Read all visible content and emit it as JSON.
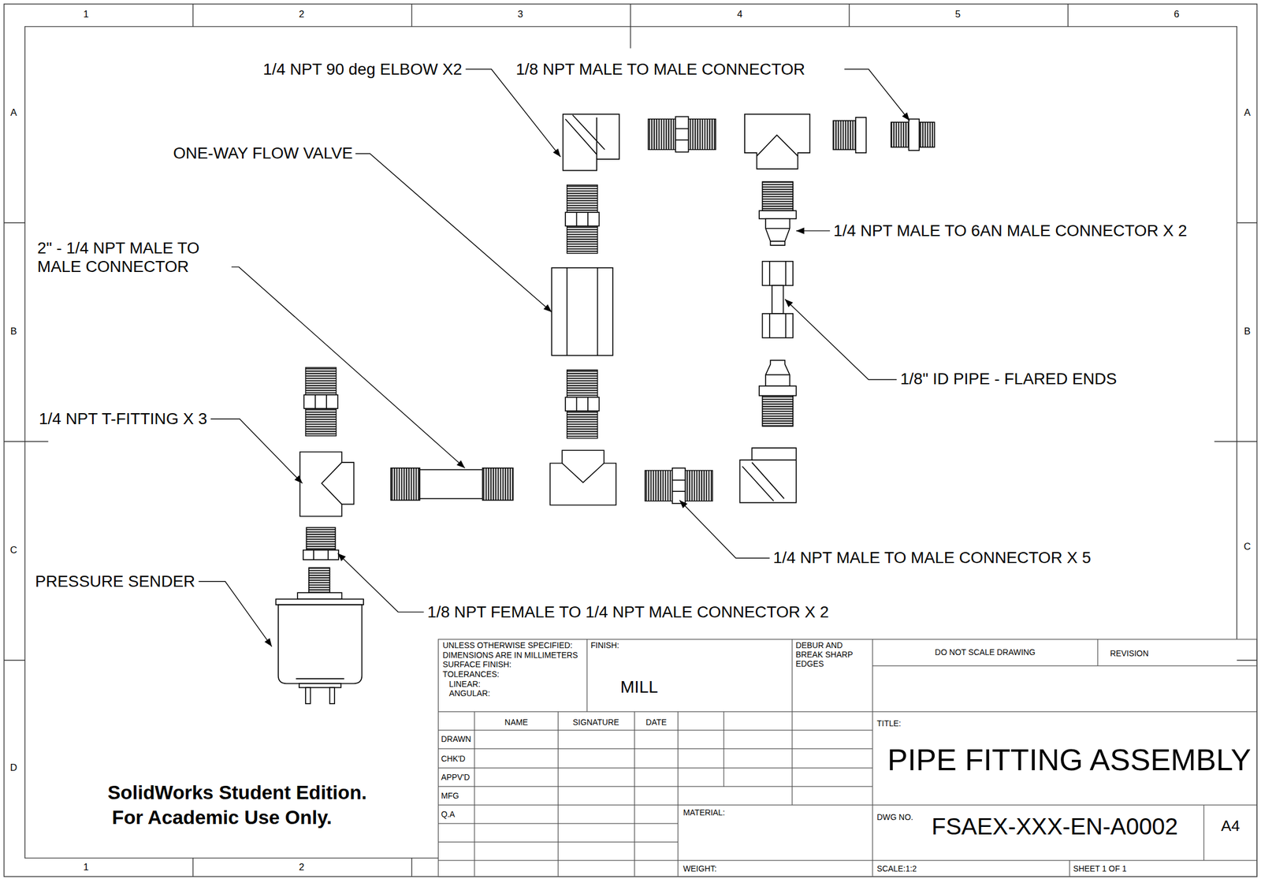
{
  "diagram": {
    "title": "PIPE FITTING ASSEMBLY",
    "labels": [
      "1",
      "2",
      "3",
      "4",
      "5",
      "6",
      "A",
      "B",
      "C",
      "D",
      "A",
      "B",
      "C",
      "1",
      "2",
      "1/4 NPT 90 deg ELBOW X2",
      "1/8 NPT MALE TO MALE CONNECTOR",
      "ONE-WAY FLOW VALVE",
      "1/4 NPT MALE TO 6AN MALE CONNECTOR X 2",
      "2\" - 1/4 NPT MALE TO MALE CONNECTOR",
      "1/8\" ID PIPE - FLARED ENDS",
      "1/4 NPT T-FITTING X 3",
      "1/4 NPT MALE TO MALE CONNECTOR X 5",
      "PRESSURE SENDER",
      "1/8 NPT FEMALE TO 1/4 NPT MALE CONNECTOR X 2",
      "UNLESS OTHERWISE SPECIFIED:",
      "DIMENSIONS ARE IN MILLIMETERS",
      "SURFACE FINISH:",
      "TOLERANCES:",
      "LINEAR:",
      "ANGULAR:",
      "FINISH:",
      "MILL",
      "DEBUR AND BREAK SHARP EDGES",
      "DO NOT SCALE DRAWING",
      "REVISION",
      "NAME",
      "SIGNATURE",
      "DATE",
      "DRAWN",
      "CHK'D",
      "APPV'D",
      "MFG",
      "Q.A",
      "MATERIAL:",
      "TITLE:",
      "DWG NO.",
      "FSAEX-XXX-EN-A0002",
      "A4",
      "WEIGHT:",
      "SCALE:1:2",
      "SHEET 1 OF 1",
      "SolidWorks Student Edition.",
      "For Academic Use Only."
    ]
  }
}
